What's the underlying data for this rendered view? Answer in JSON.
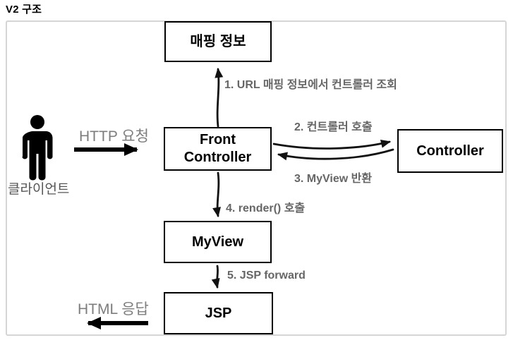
{
  "page_title": "V2 구조",
  "nodes": {
    "mapping": {
      "label": "매핑 정보"
    },
    "front_controller": {
      "label": "Front Controller"
    },
    "controller": {
      "label": "Controller"
    },
    "myview": {
      "label": "MyView"
    },
    "jsp": {
      "label": "JSP"
    }
  },
  "actor": {
    "icon": "person-icon",
    "label": "클라이언트"
  },
  "edges": {
    "http_request": {
      "label": "HTTP 요청"
    },
    "step1": {
      "label": "1. URL 매핑 정보에서 컨트롤러 조회"
    },
    "step2": {
      "label": "2. 컨트롤러 호출"
    },
    "step3": {
      "label": "3. MyView 반환"
    },
    "step4": {
      "label": "4. render() 호출"
    },
    "step5": {
      "label": "5. JSP forward"
    },
    "html_response": {
      "label": "HTML 응답"
    }
  },
  "colors": {
    "node_border": "#000000",
    "edge_label_gray": "#666666",
    "endpoint_label_gray": "#7d7d7d",
    "actor_label_gray": "#565656",
    "panel_border": "#d5d5d5"
  }
}
